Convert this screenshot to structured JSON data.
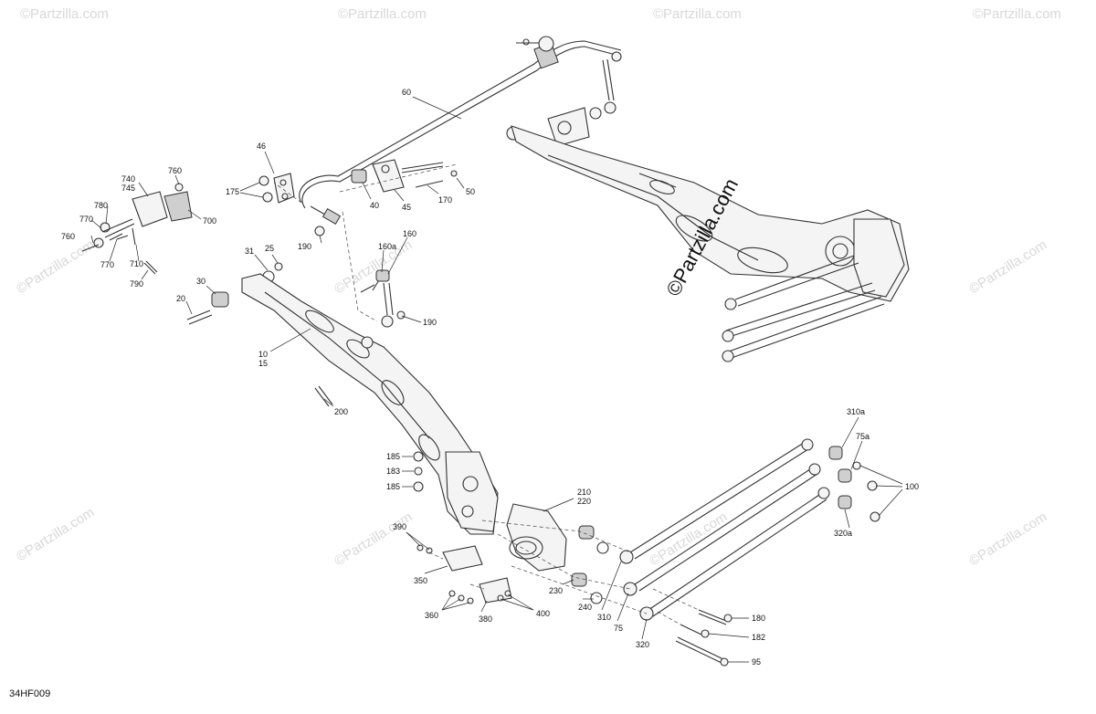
{
  "diagram": {
    "code": "34HF009",
    "watermark_main": "©Partzilla.com",
    "watermark_repeat": "©Partzilla.com",
    "callouts": [
      {
        "id": "c60",
        "text": "60"
      },
      {
        "id": "c46",
        "text": "46"
      },
      {
        "id": "c175",
        "text": "175"
      },
      {
        "id": "c740",
        "text": "740"
      },
      {
        "id": "c745",
        "text": "745"
      },
      {
        "id": "c760a",
        "text": "760"
      },
      {
        "id": "c700",
        "text": "700"
      },
      {
        "id": "c780",
        "text": "780"
      },
      {
        "id": "c770a",
        "text": "770"
      },
      {
        "id": "c760b",
        "text": "760"
      },
      {
        "id": "c770b",
        "text": "770"
      },
      {
        "id": "c710",
        "text": "710"
      },
      {
        "id": "c790",
        "text": "790"
      },
      {
        "id": "c40",
        "text": "40"
      },
      {
        "id": "c45",
        "text": "45"
      },
      {
        "id": "c170",
        "text": "170"
      },
      {
        "id": "c50",
        "text": "50"
      },
      {
        "id": "c190a",
        "text": "190"
      },
      {
        "id": "c31",
        "text": "31"
      },
      {
        "id": "c25",
        "text": "25"
      },
      {
        "id": "c160a",
        "text": "160a"
      },
      {
        "id": "c160",
        "text": "160"
      },
      {
        "id": "c30",
        "text": "30"
      },
      {
        "id": "c20",
        "text": "20"
      },
      {
        "id": "c190b",
        "text": "190"
      },
      {
        "id": "c10",
        "text": "10"
      },
      {
        "id": "c15",
        "text": "15"
      },
      {
        "id": "c200",
        "text": "200"
      },
      {
        "id": "c185a",
        "text": "185"
      },
      {
        "id": "c183",
        "text": "183"
      },
      {
        "id": "c185b",
        "text": "185"
      },
      {
        "id": "c210",
        "text": "210"
      },
      {
        "id": "c220",
        "text": "220"
      },
      {
        "id": "c390",
        "text": "390"
      },
      {
        "id": "c350",
        "text": "350"
      },
      {
        "id": "c230",
        "text": "230"
      },
      {
        "id": "c240",
        "text": "240"
      },
      {
        "id": "c360",
        "text": "360"
      },
      {
        "id": "c380",
        "text": "380"
      },
      {
        "id": "c400",
        "text": "400"
      },
      {
        "id": "c310",
        "text": "310"
      },
      {
        "id": "c75",
        "text": "75"
      },
      {
        "id": "c320",
        "text": "320"
      },
      {
        "id": "c180",
        "text": "180"
      },
      {
        "id": "c182",
        "text": "182"
      },
      {
        "id": "c95",
        "text": "95"
      },
      {
        "id": "c310a",
        "text": "310a"
      },
      {
        "id": "c75a",
        "text": "75a"
      },
      {
        "id": "c100",
        "text": "100"
      },
      {
        "id": "c320a",
        "text": "320a"
      }
    ]
  }
}
